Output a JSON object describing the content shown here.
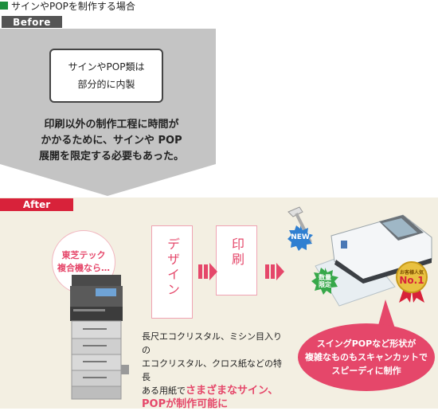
{
  "header": {
    "title": "サインやPOPを制作する場合"
  },
  "before": {
    "tag": "Before",
    "box_line1": "サインやPOP類は",
    "box_line2": "部分的に内製",
    "text_line1": "印刷以外の制作工程に時間が",
    "text_line2": "かかるために、サインや POP",
    "text_line3": "展開を限定する必要もあった。"
  },
  "after": {
    "tag": "After",
    "bubble_line1": "東芝テック",
    "bubble_line2": "複合機なら…",
    "design": "デザイン",
    "print": "印刷",
    "desc_line1": "長尺エコクリスタル、ミシン目入りの",
    "desc_line2": "エコクリスタル、クロス紙などの特長",
    "desc_line3_prefix": "ある用紙で",
    "desc_line3_highlight": "さまざまなサイン、",
    "desc_line4_highlight": "POPが制作可能に",
    "callout_line1": "スイングPOPなど形状が",
    "callout_line2": "複雑なものもスキャンカットで",
    "callout_line3": "スピーディに制作",
    "badge_new": "NEW",
    "badge_limited_1": "数量",
    "badge_limited_2": "限定",
    "badge_rank_1": "お客様人気",
    "badge_rank_2": "No.1"
  },
  "colors": {
    "accent": "#e5476a",
    "after_bg": "#f3efe2",
    "before_bg": "#c4c4c4",
    "green": "#1e8f3f"
  }
}
